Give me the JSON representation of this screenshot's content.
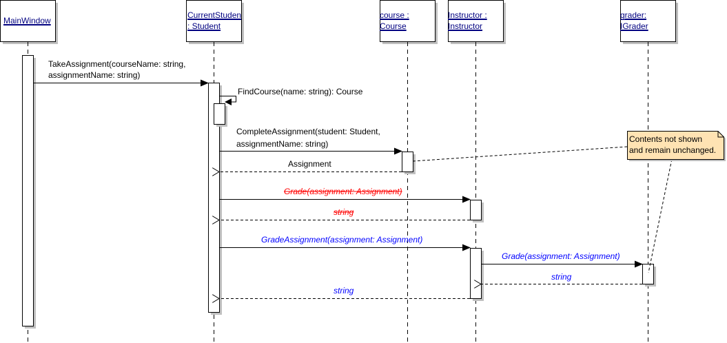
{
  "lifelines": [
    {
      "id": "mainwindow",
      "lines": [
        "MainWindow"
      ]
    },
    {
      "id": "currentstudent",
      "lines": [
        "CurrentStuden",
        ": Student"
      ]
    },
    {
      "id": "course",
      "lines": [
        " course :",
        "Course"
      ]
    },
    {
      "id": "instructor",
      "lines": [
        "Instructor :",
        "Instructor"
      ]
    },
    {
      "id": "grader",
      "lines": [
        "grader:",
        "IGrader"
      ]
    }
  ],
  "messages": [
    {
      "id": "take-assignment",
      "lines": [
        "TakeAssignment(courseName: string,",
        "   assignmentName: string)"
      ],
      "kind": "call",
      "style": "normal"
    },
    {
      "id": "find-course",
      "lines": [
        "FindCourse(name: string): Course"
      ],
      "kind": "self",
      "style": "normal"
    },
    {
      "id": "complete-assignment",
      "lines": [
        "CompleteAssignment(student: Student,",
        "   assignmentName: string)"
      ],
      "kind": "call",
      "style": "normal"
    },
    {
      "id": "assignment-return",
      "lines": [
        "Assignment"
      ],
      "kind": "return",
      "style": "normal"
    },
    {
      "id": "grade-old",
      "lines": [
        "Grade(assignment: Assignment)"
      ],
      "kind": "call",
      "style": "removed"
    },
    {
      "id": "string-return-old",
      "lines": [
        "string"
      ],
      "kind": "return",
      "style": "removed"
    },
    {
      "id": "grade-assignment",
      "lines": [
        "GradeAssignment(assignment: Assignment)"
      ],
      "kind": "call",
      "style": "added"
    },
    {
      "id": "grade-new",
      "lines": [
        "Grade(assignment: Assignment)"
      ],
      "kind": "call",
      "style": "added"
    },
    {
      "id": "string-return-grader",
      "lines": [
        "string"
      ],
      "kind": "return",
      "style": "added"
    },
    {
      "id": "string-return-instructor",
      "lines": [
        "string"
      ],
      "kind": "return",
      "style": "added"
    }
  ],
  "note": {
    "lines": [
      "Contents not shown",
      "and remain unchanged."
    ]
  },
  "colors": {
    "removed": "#ff0000",
    "added": "#0000ff",
    "normal": "#000000",
    "title_text": "#000080",
    "note_fill": "#ffe3b3",
    "shadow": "#c0c0c0"
  }
}
